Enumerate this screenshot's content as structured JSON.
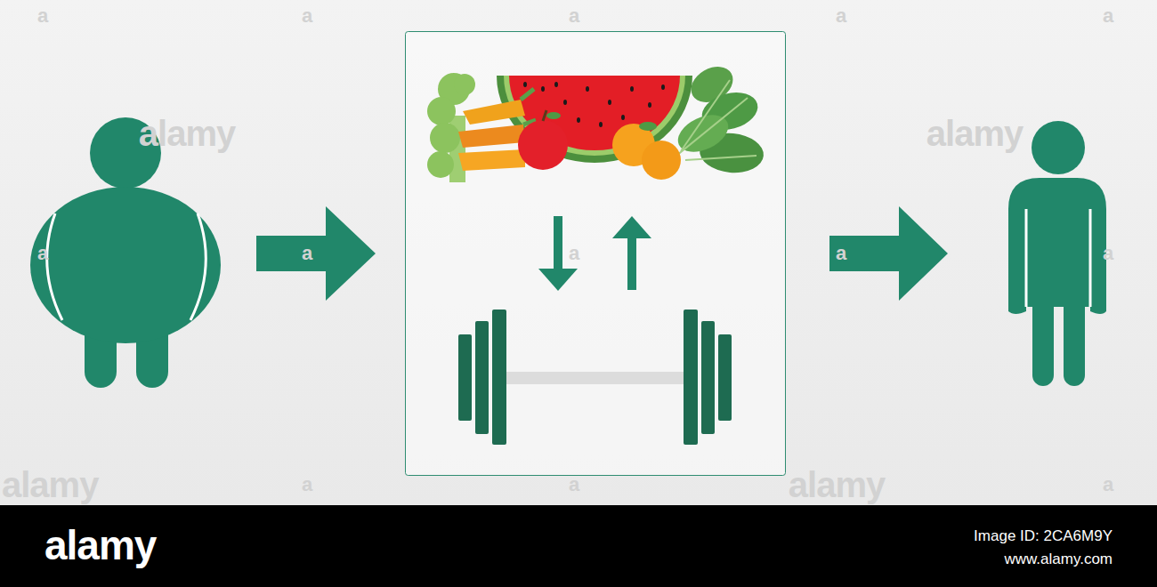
{
  "diagram": {
    "labels": [
      "a",
      "a",
      "a",
      "a",
      "a",
      "alamy",
      "alamy",
      "a",
      "a",
      "a",
      "a",
      "a",
      "alamy",
      "a",
      "a",
      "alamy",
      "a",
      "alamy",
      "Image ID: 2CA6M9Y",
      "www.alamy.com"
    ]
  }
}
